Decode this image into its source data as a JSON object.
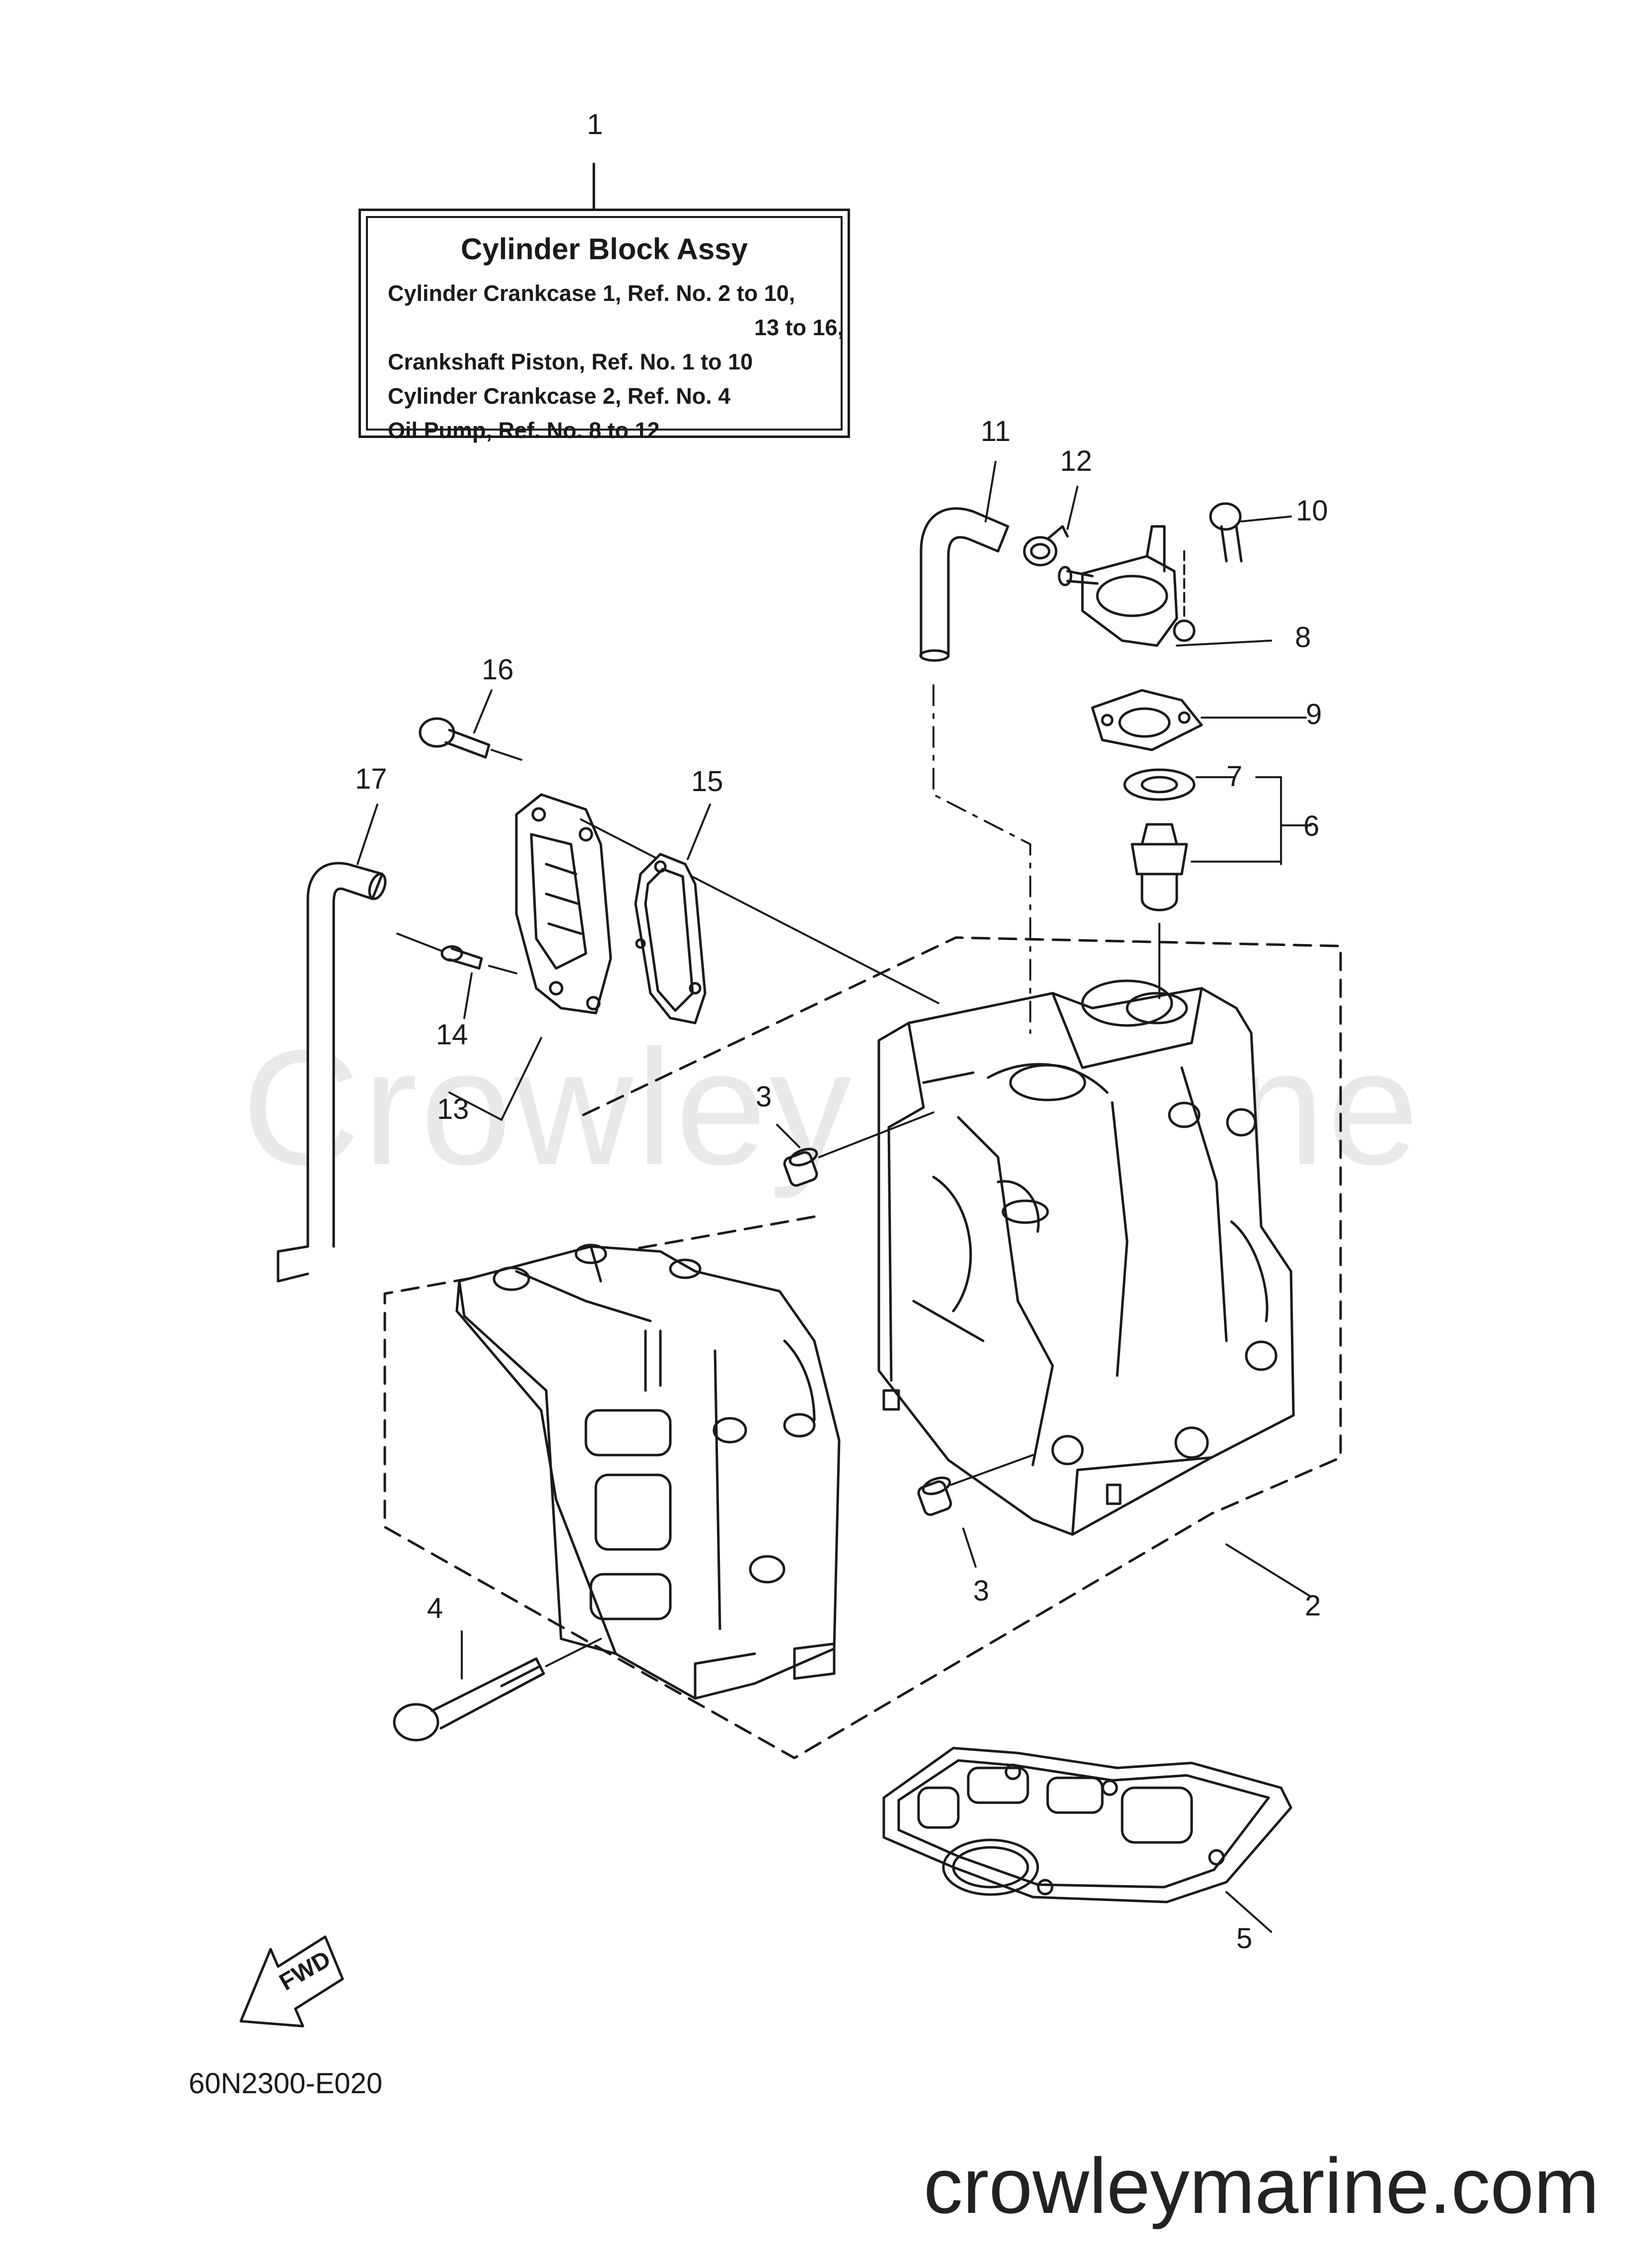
{
  "watermark": "Crowley Marine",
  "title_box": {
    "heading": "Cylinder Block Assy",
    "lines": [
      "Cylinder Crankcase 1,   Ref. No.  2  to  10,",
      "13  to  16,",
      "Crankshaft Piston,   Ref. No.  1  to  10",
      "Cylinder Crankcase 2,   Ref. No.  4",
      "Oil Pump,   Ref. No.  8  to  12"
    ]
  },
  "callouts": {
    "c1": "1",
    "c2": "2",
    "c3a": "3",
    "c3b": "3",
    "c4": "4",
    "c5": "5",
    "c6": "6",
    "c7": "7",
    "c8": "8",
    "c9": "9",
    "c10": "10",
    "c11": "11",
    "c12": "12",
    "c13": "13",
    "c14": "14",
    "c15": "15",
    "c16": "16",
    "c17": "17"
  },
  "fwd_label": "FWD",
  "diagram_code": "60N2300-E020",
  "site_url": "crowleymarine.com"
}
